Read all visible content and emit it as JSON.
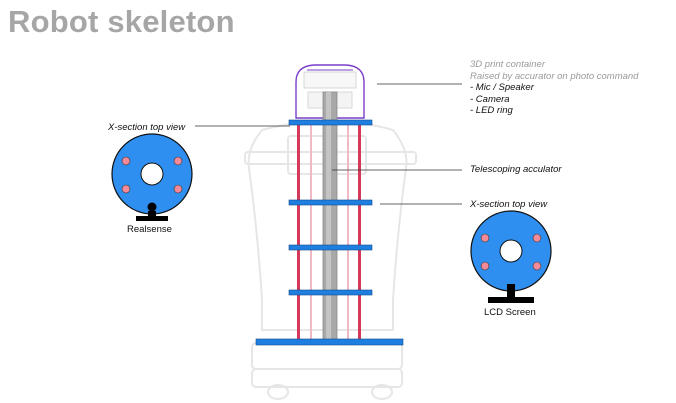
{
  "title": "Robot skeleton",
  "labels": {
    "container_line1": "3D print container",
    "container_line2": "Raised by accurator on photo command",
    "container_items": [
      "- Mic / Speaker",
      "- Camera",
      "- LED ring"
    ],
    "telescoping": "Telescoping acculator",
    "xsection_left": "X-section top view",
    "xsection_right": "X-section top view",
    "realsense": "Realsense",
    "lcd_screen": "LCD Screen"
  },
  "colors": {
    "shelf_blue": "#1f7fe0",
    "rod_red": "#d5395a",
    "rod_pink": "#f2b8c4",
    "pole_gray": "#9e9e9e",
    "dome_purple": "#7a3fc9",
    "section_blue": "#2f8ff0",
    "hole_pink": "#f28a9a",
    "title_gray": "#a6a6a6"
  }
}
